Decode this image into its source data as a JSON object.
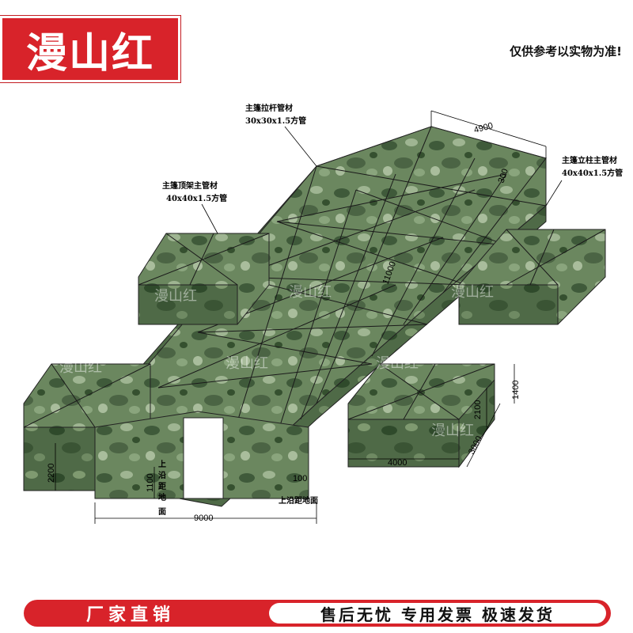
{
  "brand": {
    "name": "漫山红",
    "color": "#d8232a"
  },
  "disclaimer": "仅供参考以实物为准!",
  "diagram": {
    "labels": {
      "main_tent_rod": "主篷拉杆管材",
      "main_tent_rod_spec": "30x30x1.5方管",
      "main_tent_roof": "主篷顶架主管材",
      "main_tent_roof_spec": "40x40x1.5方管",
      "main_tent_column": "主篷立柱主管材",
      "main_tent_column_spec": "40x40x1.5方管",
      "door_top_1": "上",
      "door_top_2": "沿",
      "door_top_3": "距",
      "door_top_4": "地",
      "door_top_5": "面",
      "edge_to_ground": "上沿距地面"
    },
    "dimensions": {
      "ridge_width": "4900",
      "main_length": "11000",
      "side_height_right": "1400",
      "side_wall_height": "2100",
      "side_depth": "3000",
      "side_width": "4000",
      "total_width": "9000",
      "left_height": "2200",
      "door_height": "1100",
      "edge_offset": "100",
      "gable_height": "300"
    },
    "watermarks": [
      "漫山红",
      "漫山红",
      "漫山红",
      "漫山红",
      "漫山红",
      "漫山红",
      "漫山红"
    ],
    "camo_colors": [
      "#5d7a52",
      "#7f9a70",
      "#3f5a3a",
      "#9fb592",
      "#4b6444"
    ]
  },
  "footer": {
    "left": "厂家直销",
    "right": "售后无忧  专用发票  极速发货"
  }
}
